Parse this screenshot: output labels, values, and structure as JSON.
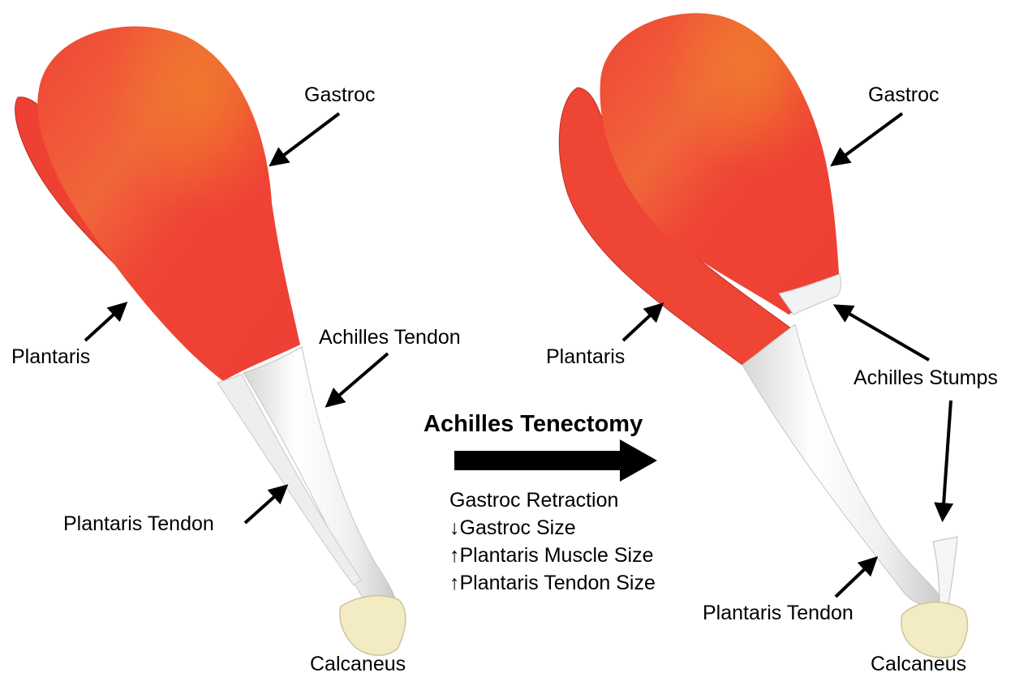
{
  "left_panel": {
    "gastroc_label": "Gastroc",
    "plantaris_label": "Plantaris",
    "achilles_tendon_label": "Achilles Tendon",
    "plantaris_tendon_label": "Plantaris Tendon",
    "calcaneus_label": "Calcaneus"
  },
  "center": {
    "procedure_title": "Achilles Tenectomy",
    "effects": [
      {
        "prefix": "",
        "text": "Gastroc Retraction"
      },
      {
        "prefix": "↓",
        "text": "Gastroc Size"
      },
      {
        "prefix": "↑",
        "text": "Plantaris Muscle Size"
      },
      {
        "prefix": "↑",
        "text": "Plantaris Tendon Size"
      }
    ]
  },
  "right_panel": {
    "gastroc_label": "Gastroc",
    "plantaris_label": "Plantaris",
    "achilles_stumps_label": "Achilles Stumps",
    "plantaris_tendon_label": "Plantaris Tendon",
    "calcaneus_label": "Calcaneus"
  },
  "colors": {
    "muscle": "#ef4535",
    "muscle_highlight": "#f06a2a",
    "tendon": "#f2f2f2",
    "bone": "#f3ebc4",
    "arrow": "#000000"
  }
}
